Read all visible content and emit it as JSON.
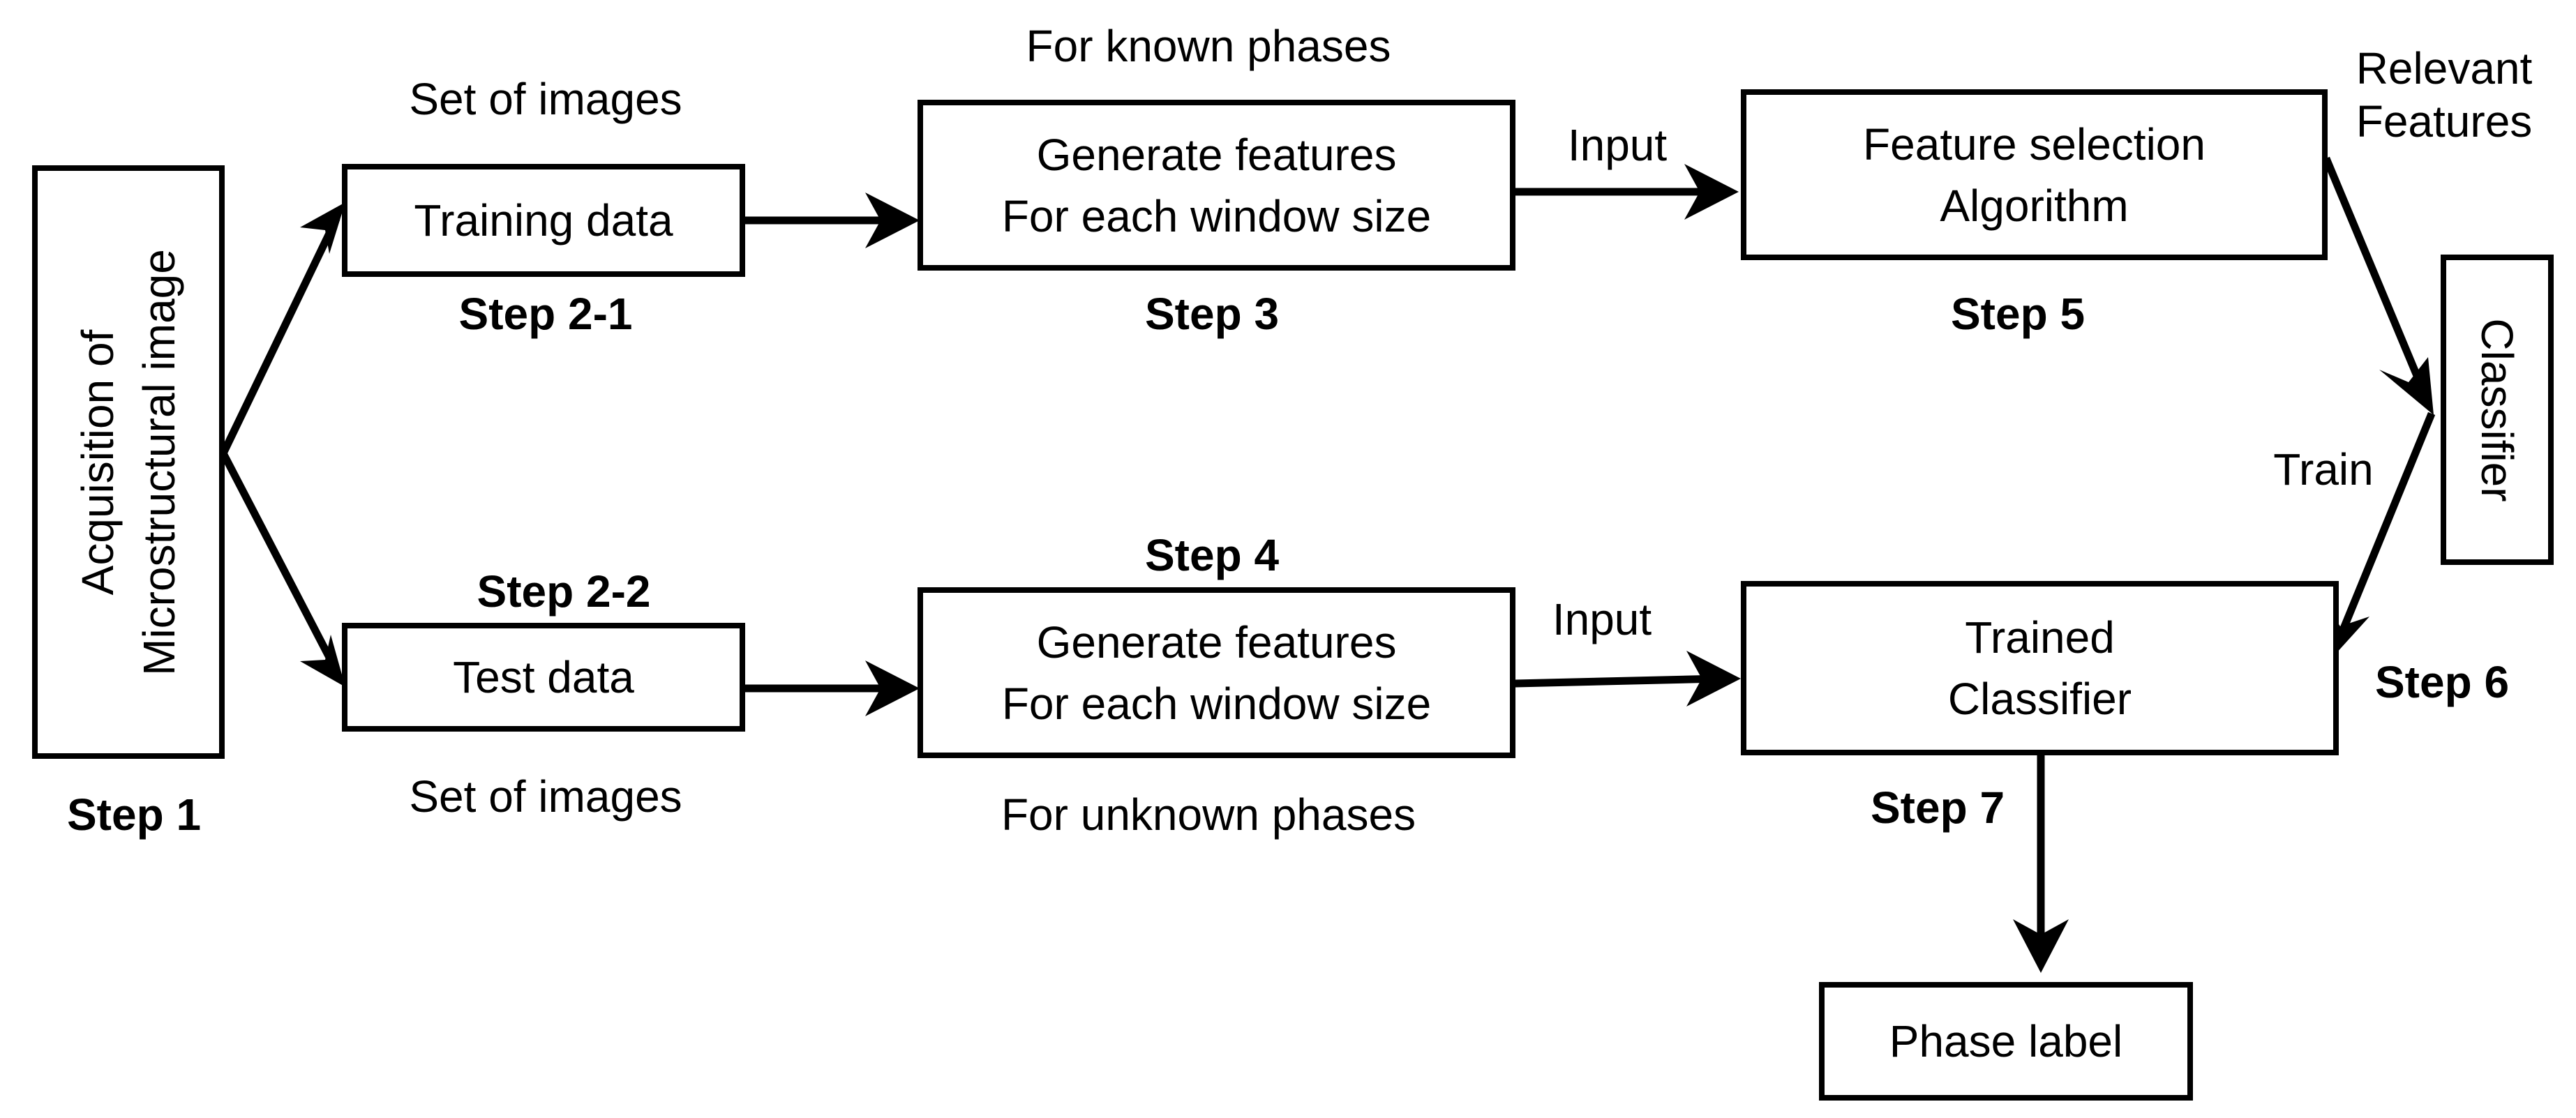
{
  "boxes": {
    "acquisition": {
      "line1": "Acquisition of",
      "line2": "Microstructural image"
    },
    "training": "Training data",
    "test": "Test data",
    "gen_known": {
      "line1": "Generate features",
      "line2": "For each window size"
    },
    "gen_unknown": {
      "line1": "Generate features",
      "line2": "For each window size"
    },
    "feature_selection": {
      "line1": "Feature selection",
      "line2": "Algorithm"
    },
    "classifier": "Classifier",
    "trained": {
      "line1": "Trained",
      "line2": "Classifier"
    },
    "phase_label": "Phase label"
  },
  "labels": {
    "set_images_top": "Set of images",
    "set_images_bottom": "Set of images",
    "known_phases": "For known phases",
    "unknown_phases": "For unknown phases",
    "input_top": "Input",
    "input_bottom": "Input",
    "relevant": {
      "line1": "Relevant",
      "line2": "Features"
    },
    "train": "Train"
  },
  "steps": {
    "s1": "Step 1",
    "s2_1": "Step 2-1",
    "s2_2": "Step 2-2",
    "s3": "Step 3",
    "s4": "Step 4",
    "s5": "Step 5",
    "s6": "Step 6",
    "s7": "Step 7"
  }
}
